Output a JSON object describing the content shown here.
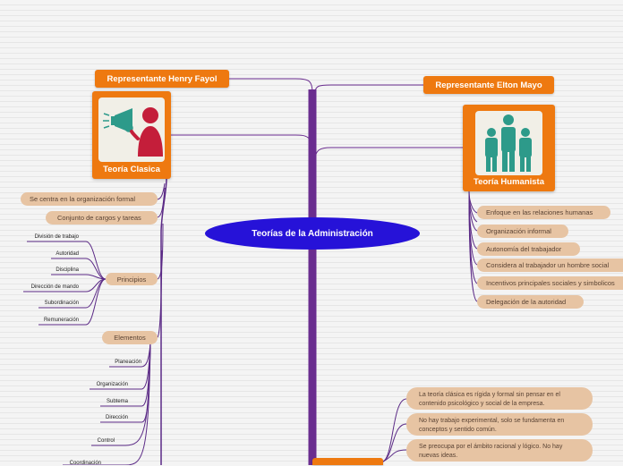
{
  "central_topic": "Teorías de la Administración",
  "left": {
    "representative": "Representante Henry Fayol",
    "card_title": "Teoría Clasica",
    "card_icon": "megaphone-speaker-icon",
    "items": [
      "Se centra en la  organización formal",
      "Conjunto de cargos y tareas"
    ],
    "principles_label": "Principios",
    "principles": [
      "División de trabajo",
      "Autoridad",
      "Disciplina",
      "Dirección de mando",
      "Subordinación",
      "Remuneración"
    ],
    "elements_label": "Elementos",
    "elements": [
      "Planeación",
      "Organización",
      "Subtema",
      "Dirección",
      "Control",
      "Coordinación"
    ]
  },
  "right": {
    "representative": "Representante Elton Mayo",
    "card_title": "Teoría Humanista",
    "card_icon": "group-of-people-icon",
    "items": [
      "Enfoque en las relaciones humanas",
      "Organización informal",
      "Autonomía del trabajador",
      "Considera al trabajador un hombre social",
      "Incentivos principales sociales y simbolicos",
      "Delegación de la autoridad"
    ]
  },
  "bottom": {
    "notes": [
      "La teoría clásica es rígida y formal sin pensar en el contenido psicológico y social de la empresa.",
      "No hay trabajo experimental, solo se fundamenta en conceptos y sentido común.",
      "Se preocupa por el ámbito racional y lógico. No hay nuevas ideas."
    ]
  },
  "colors": {
    "central": "#2612d8",
    "trunk": "#6a2d8f",
    "orange": "#ee7910",
    "pill": "#e7c4a3",
    "lines": "#5b2a86"
  }
}
